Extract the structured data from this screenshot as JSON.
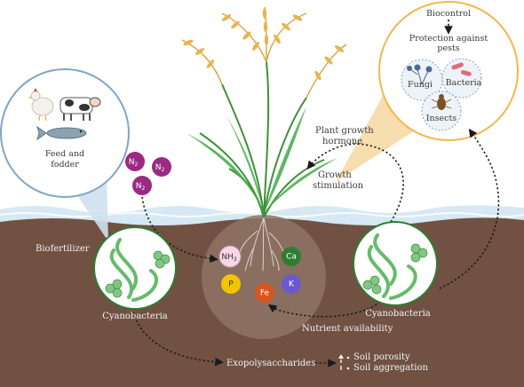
{
  "labels": {
    "biocontrol": "Biocontrol",
    "protection_line1": "Protection against",
    "protection_line2": "pests",
    "fungi": "Fungi",
    "bacteria": "Bacteria",
    "insects": "Insects",
    "plant_growth_hormone_line1": "Plant growth",
    "plant_growth_hormone_line2": "hormone",
    "growth_stimulation_line1": "Growth",
    "growth_stimulation_line2": "stimulation",
    "feed_fodder_line1": "Feed and",
    "feed_fodder_line2": "fodder",
    "biofertilizer": "Biofertilizer",
    "cyanobacteria_left": "Cyanobacteria",
    "cyanobacteria_right": "Cyanobacteria",
    "nutrient_availability": "Nutrient availability",
    "exopolysaccharides": "Exopolysaccharides",
    "soil_porosity": "Soil porosity",
    "soil_aggregation": "Soil aggregation"
  },
  "nitrogen": [
    "N",
    "N",
    "N"
  ],
  "nitrogen_subscript": "2",
  "nutrients": {
    "nh3_base": "NH",
    "nh3_sub": "3",
    "ca": "Ca",
    "p": "P",
    "fe": "Fe",
    "k": "K"
  },
  "colors": {
    "soil": "#705142",
    "water": "#cfe3f0",
    "nitrogen": "#9a2a83",
    "ca": "#2e7d32",
    "p": "#f2c500",
    "fe": "#d9541e",
    "k": "#6a5acd",
    "nh3": "#f6d7e7",
    "cyano": "#66bb6a",
    "callout_border": "#f5b64b"
  },
  "icons": [
    "chicken-icon",
    "cow-icon",
    "fish-icon",
    "fungi-icon",
    "bacteria-icon",
    "insect-icon",
    "rice-plant-icon"
  ]
}
